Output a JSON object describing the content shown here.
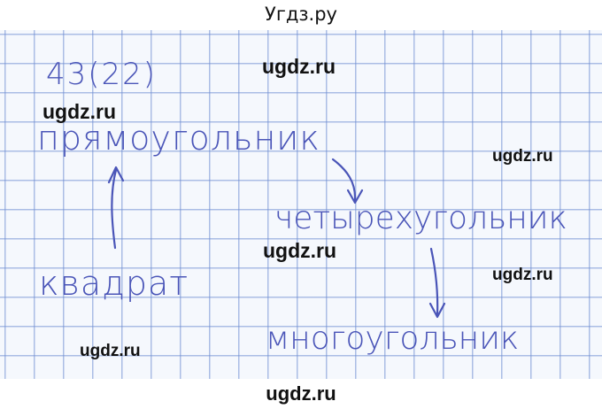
{
  "header": {
    "site_title": "Угдз.ру"
  },
  "footer": {
    "watermark": "ugdz.ru"
  },
  "notebook": {
    "task_label": "43(22)",
    "words": {
      "rectangle": "прямоугольник",
      "quadrilateral": "четырехугольник",
      "square": "квадрат",
      "polygon": "многоугольник"
    },
    "ink_color": "#4a55b8",
    "grid_color": "#8ca0d8"
  },
  "watermarks": [
    "ugdz.ru",
    "ugdz.ru",
    "ugdz.ru",
    "ugdz.ru",
    "ugdz.ru",
    "ugdz.ru"
  ]
}
